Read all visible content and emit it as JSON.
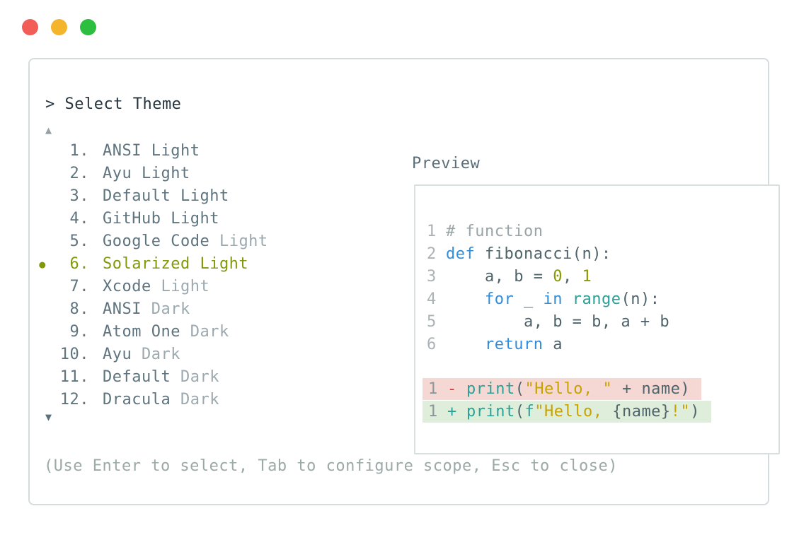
{
  "window": {
    "traffic_lights": [
      {
        "name": "close",
        "color_key": "traffic_red"
      },
      {
        "name": "minimize",
        "color_key": "traffic_yellow"
      },
      {
        "name": "zoom",
        "color_key": "traffic_green"
      }
    ]
  },
  "picker": {
    "prompt": "> Select Theme",
    "scroll_up_icon": "▲",
    "scroll_down_icon": "▼",
    "items": [
      {
        "number": "1.",
        "name": "ANSI Light",
        "variant": "",
        "selected": false
      },
      {
        "number": "2.",
        "name": "Ayu Light",
        "variant": "",
        "selected": false
      },
      {
        "number": "3.",
        "name": "Default Light",
        "variant": "",
        "selected": false
      },
      {
        "number": "4.",
        "name": "GitHub Light",
        "variant": "",
        "selected": false
      },
      {
        "number": "5.",
        "name": "Google Code",
        "variant": "Light",
        "selected": false
      },
      {
        "number": "6.",
        "name": "Solarized Light",
        "variant": "",
        "selected": true
      },
      {
        "number": "7.",
        "name": "Xcode",
        "variant": "Light",
        "selected": false
      },
      {
        "number": "8.",
        "name": "ANSI",
        "variant": "Dark",
        "selected": false
      },
      {
        "number": "9.",
        "name": "Atom One",
        "variant": "Dark",
        "selected": false
      },
      {
        "number": "10.",
        "name": "Ayu",
        "variant": "Dark",
        "selected": false
      },
      {
        "number": "11.",
        "name": "Default",
        "variant": "Dark",
        "selected": false
      },
      {
        "number": "12.",
        "name": "Dracula",
        "variant": "Dark",
        "selected": false
      }
    ],
    "selected_bullet_icon": "●",
    "help": "(Use Enter to select, Tab to configure scope, Esc to close)"
  },
  "preview": {
    "label": "Preview",
    "code_lines": [
      {
        "num": "1",
        "segments": [
          {
            "text": "# function",
            "style": "comment"
          }
        ]
      },
      {
        "num": "2",
        "segments": [
          {
            "text": "def",
            "style": "keyword"
          },
          {
            "text": " fibonacci(n):",
            "style": "code"
          }
        ]
      },
      {
        "num": "3",
        "segments": [
          {
            "text": "    a, b = ",
            "style": "code"
          },
          {
            "text": "0",
            "style": "number"
          },
          {
            "text": ", ",
            "style": "code"
          },
          {
            "text": "1",
            "style": "number"
          }
        ]
      },
      {
        "num": "4",
        "segments": [
          {
            "text": "    ",
            "style": "code"
          },
          {
            "text": "for",
            "style": "keyword"
          },
          {
            "text": " _ ",
            "style": "code"
          },
          {
            "text": "in",
            "style": "keyword"
          },
          {
            "text": " ",
            "style": "code"
          },
          {
            "text": "range",
            "style": "function"
          },
          {
            "text": "(n):",
            "style": "code"
          }
        ]
      },
      {
        "num": "5",
        "segments": [
          {
            "text": "        a, b = b, a + b",
            "style": "code"
          }
        ]
      },
      {
        "num": "6",
        "segments": [
          {
            "text": "    ",
            "style": "code"
          },
          {
            "text": "return",
            "style": "keyword"
          },
          {
            "text": " a",
            "style": "code"
          }
        ]
      }
    ],
    "diff_lines": [
      {
        "num": "1",
        "sign": "-",
        "type": "removed",
        "segments": [
          {
            "text": "print",
            "style": "function"
          },
          {
            "text": "(",
            "style": "code"
          },
          {
            "text": "\"Hello, \"",
            "style": "string"
          },
          {
            "text": " + name)",
            "style": "code"
          }
        ]
      },
      {
        "num": "1",
        "sign": "+",
        "type": "added",
        "segments": [
          {
            "text": "print",
            "style": "function"
          },
          {
            "text": "(",
            "style": "code"
          },
          {
            "text": "f",
            "style": "function"
          },
          {
            "text": "\"Hello, ",
            "style": "string"
          },
          {
            "text": "{name}",
            "style": "code"
          },
          {
            "text": "!\"",
            "style": "string"
          },
          {
            "text": ")",
            "style": "code"
          }
        ]
      }
    ]
  },
  "colors": {
    "traffic_red": "#f25d58",
    "traffic_yellow": "#f4b52d",
    "traffic_green": "#2cbe3f",
    "panel_border": "#d6dbdd",
    "prompt_text": "#263640",
    "item_text": "#5f747e",
    "item_dim": "#9ca9ae",
    "selected": "#82990a",
    "scroll_up": "#95a1a6",
    "scroll_down": "#5b707c",
    "help_text": "#9ba9a7",
    "preview_label": "#5a6e77",
    "preview_border": "#d9dedf",
    "line_number": "#a9b3b6",
    "diff_line_number": "#8b979c",
    "code": "#4f636b",
    "comment": "#98a4a6",
    "keyword": "#2f8ddb",
    "function": "#2aa198",
    "number": "#879a00",
    "string": "#c7a200",
    "removed_sign": "#dc3b33",
    "added_sign": "#2aa198",
    "removed_bg": "#f5d8d4",
    "added_bg": "#dfeedb"
  }
}
